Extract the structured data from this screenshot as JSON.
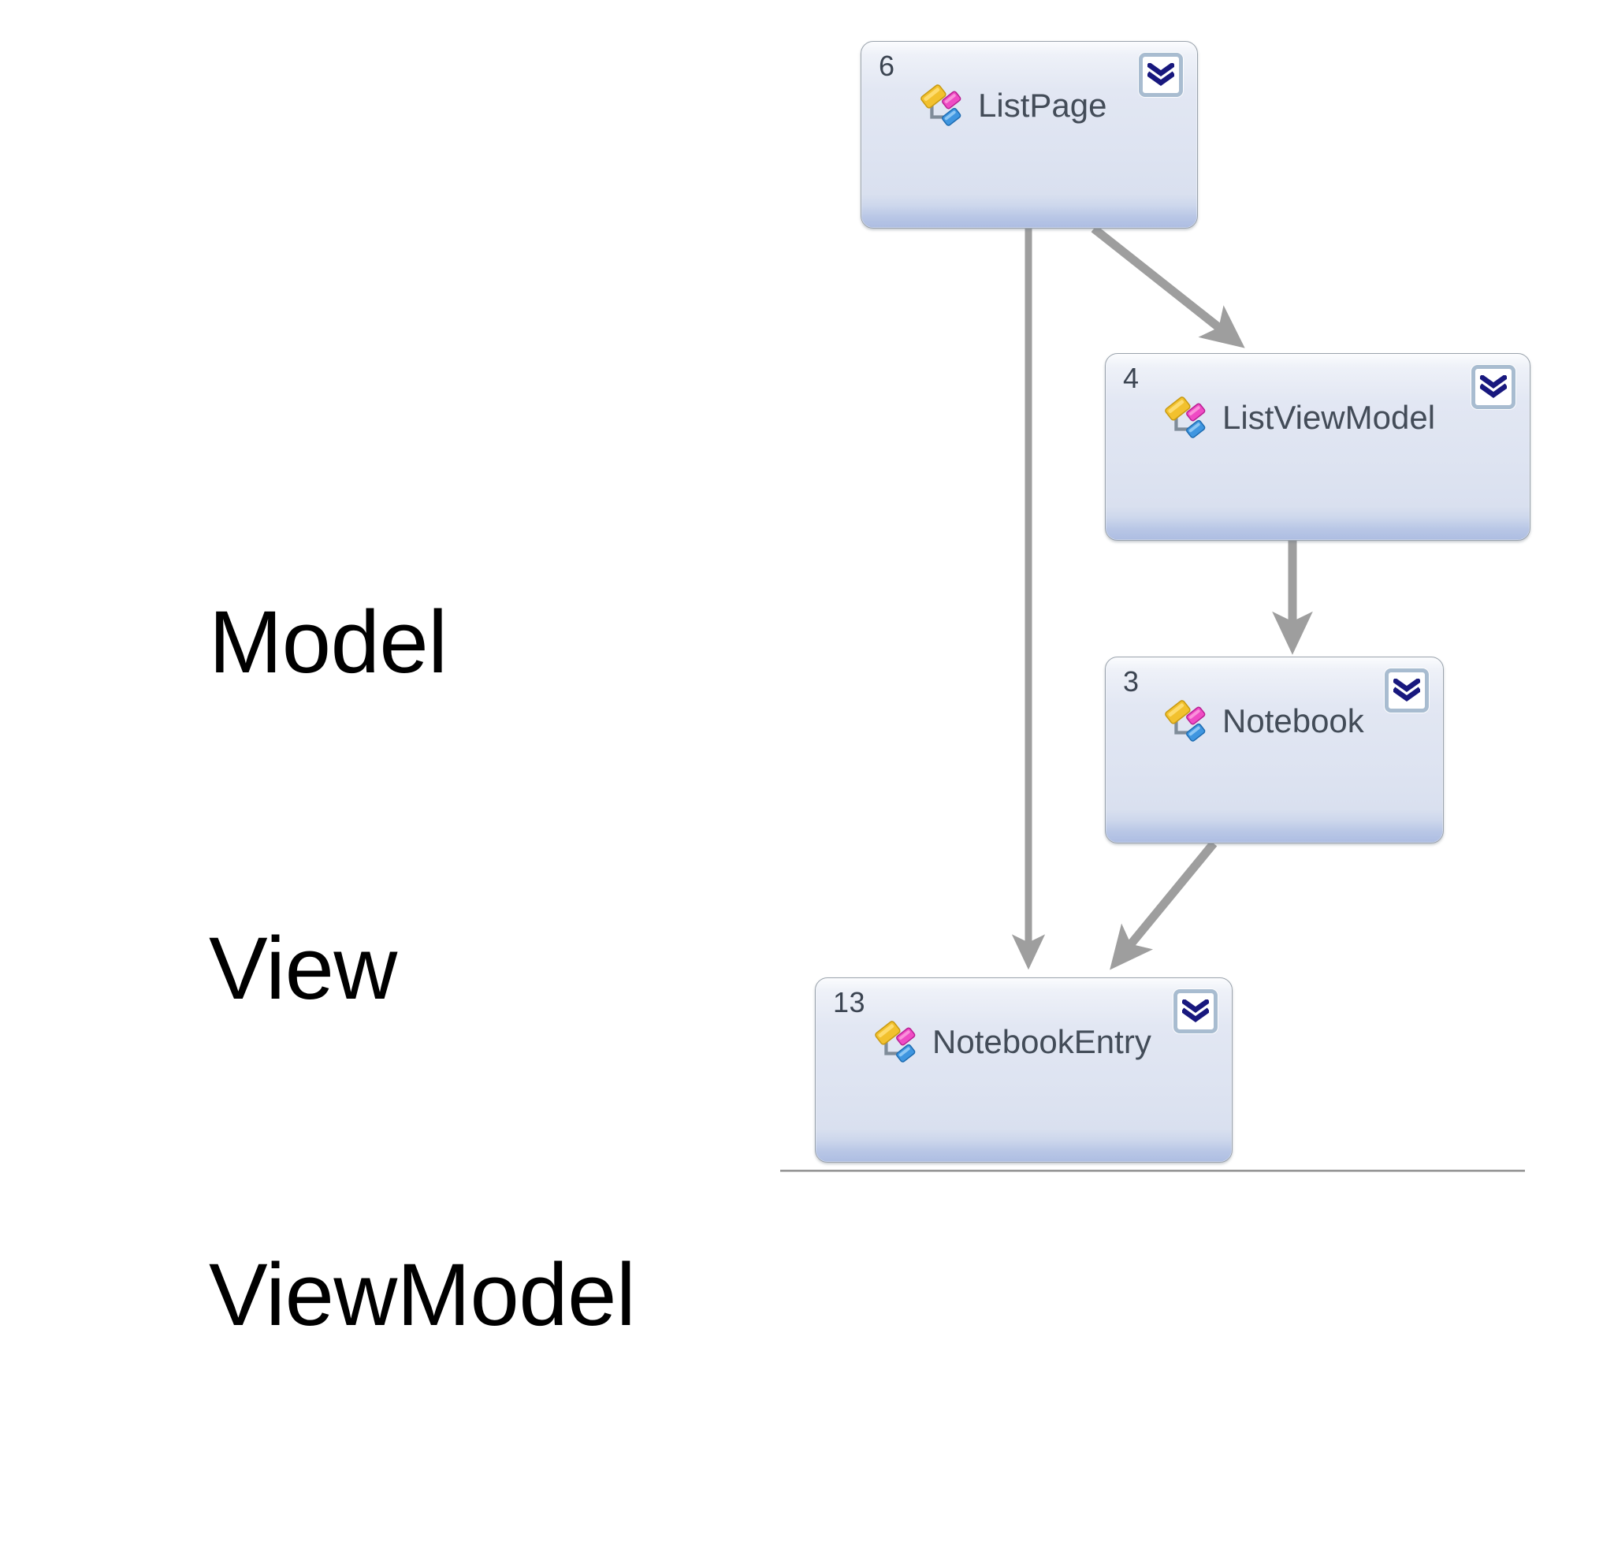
{
  "slide": {
    "heading_lines": [
      "Model",
      "View",
      "ViewModel"
    ],
    "background_color": "#ffffff"
  },
  "diagram": {
    "type": "class-dependency-graph",
    "node_fill_top": "#fbfcfe",
    "node_fill_bottom": "#adbde2",
    "node_border_color": "#9aa3ad",
    "connector_color": "#9e9e9e",
    "chevron_color": "#1a1a8c",
    "nodes": [
      {
        "id": "listpage",
        "count": "6",
        "label": "ListPage",
        "expand_icon": "chevron-double-down-icon",
        "class_icon": "vs-class-diagram-icon"
      },
      {
        "id": "listviewmodel",
        "count": "4",
        "label": "ListViewModel",
        "expand_icon": "chevron-double-down-icon",
        "class_icon": "vs-class-diagram-icon"
      },
      {
        "id": "notebook",
        "count": "3",
        "label": "Notebook",
        "expand_icon": "chevron-double-down-icon",
        "class_icon": "vs-class-diagram-icon"
      },
      {
        "id": "notebookentry",
        "count": "13",
        "label": "NotebookEntry",
        "expand_icon": "chevron-double-down-icon",
        "class_icon": "vs-class-diagram-icon"
      }
    ],
    "edges": [
      {
        "from": "listpage",
        "to": "listviewmodel"
      },
      {
        "from": "listpage",
        "to": "notebookentry"
      },
      {
        "from": "listviewmodel",
        "to": "notebook"
      },
      {
        "from": "notebook",
        "to": "notebookentry"
      }
    ]
  }
}
